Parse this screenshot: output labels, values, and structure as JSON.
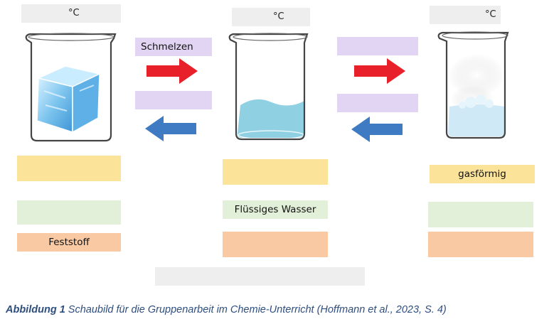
{
  "temperature": {
    "unit": "°C"
  },
  "transitions": {
    "melt_label": "Schmelzen"
  },
  "states": {
    "solid_label": "Feststoff",
    "liquid_label": "Flüssiges Wasser",
    "gas_label": "gasförmig"
  },
  "caption": {
    "prefix": "Abbildung 1",
    "text": " Schaubild für die Gruppenarbeit im Chemie-Unterricht (Hoffmann et al., 2023, S. 4)"
  },
  "colors": {
    "arrow_right": "#e8202a",
    "arrow_left": "#3f7bc2",
    "label_lavender": "#e2d5f3",
    "label_yellow": "#fbe49a",
    "label_green": "#e3f0d9",
    "label_orange": "#f8c9a3",
    "water": "#8fd0e3",
    "ice": "#7cc4ee"
  }
}
